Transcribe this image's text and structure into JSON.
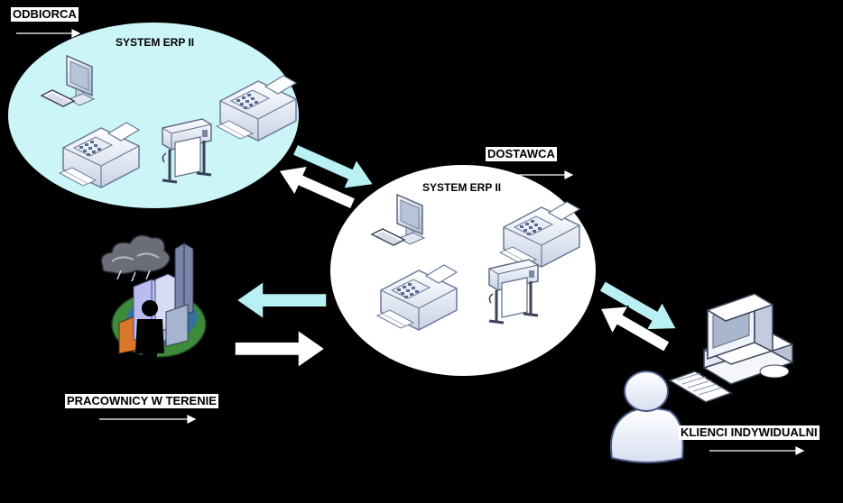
{
  "labels": {
    "odbiorca": "ODBIORCA",
    "dostawca": "DOSTAWCA",
    "pracownicy": "PRACOWNICY W TERENIE",
    "klienci": "KLIENCI INDYWIDUALNI"
  },
  "systems": {
    "left_title": "SYSTEM ERP II",
    "center_title": "SYSTEM ERP II"
  },
  "colors": {
    "background": "#000000",
    "left_system_fill": "#ccf5f8",
    "center_system_fill": "#ffffff",
    "arrow_cyan": "#b8f0f3",
    "arrow_white": "#ffffff"
  },
  "icons": [
    "monitor-keyboard-icon",
    "fax-machine-icon",
    "plotter-icon",
    "weather-cloud-icon",
    "city-buildings-icon",
    "person-silhouette-icon",
    "desktop-computer-icon",
    "user-avatar-icon"
  ]
}
